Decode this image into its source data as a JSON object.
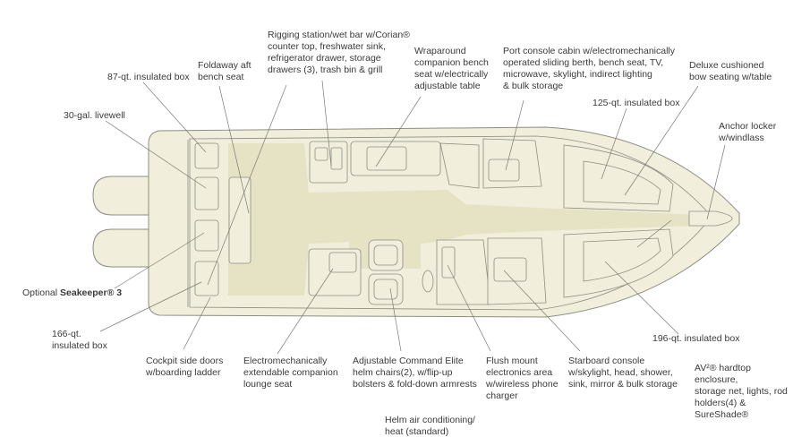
{
  "colors": {
    "hull": "#f1efdc",
    "hullStroke": "#8d8d82",
    "deck": "#e6e2c4",
    "leader": "#7a7a72",
    "text": "#3a3a3a"
  },
  "labels": {
    "rigging": "Rigging station/wet bar w/Corian®\ncounter top, freshwater sink,\nrefrigerator drawer, storage\ndrawers (3), trash bin & grill",
    "foldaway": "Foldaway aft\nbench seat",
    "box87": "87-qt. insulated box",
    "wraparound": "Wraparound\ncompanion bench\nseat w/electrically\nadjustable table",
    "portConsole": "Port console cabin w/electromechanically\noperated sliding berth, bench seat, TV,\nmicrowave, skylight, indirect lighting\n& bulk storage",
    "deluxe": "Deluxe cushioned\nbow seating w/table",
    "box125": "125-qt. insulated box",
    "anchor": "Anchor locker\nw/windlass",
    "livewell": "30-gal. livewell",
    "seakeeperPrefix": "Optional ",
    "seakeeperBold": "Seakeeper® 3",
    "box166": "166-qt.\ninsulated box",
    "box196": "196-qt. insulated box",
    "cockpitDoors": "Cockpit side doors\nw/boarding ladder",
    "lounge": "Electromechanically\nextendable companion\nlounge seat",
    "helmChairs": "Adjustable Command Elite\nhelm chairs(2), w/flip-up\nbolsters & fold-down armrests",
    "flushMount": "Flush mount\nelectronics area\nw/wireless phone\ncharger",
    "starboard": "Starboard console\nw/skylight, head, shower,\nsink, mirror & bulk storage",
    "hardtop": "AV²® hardtop enclosure,\nstorage net, lights, rod\nholders(4) & SureShade®",
    "helmAir": "Helm air conditioning/\nheat (standard)"
  }
}
